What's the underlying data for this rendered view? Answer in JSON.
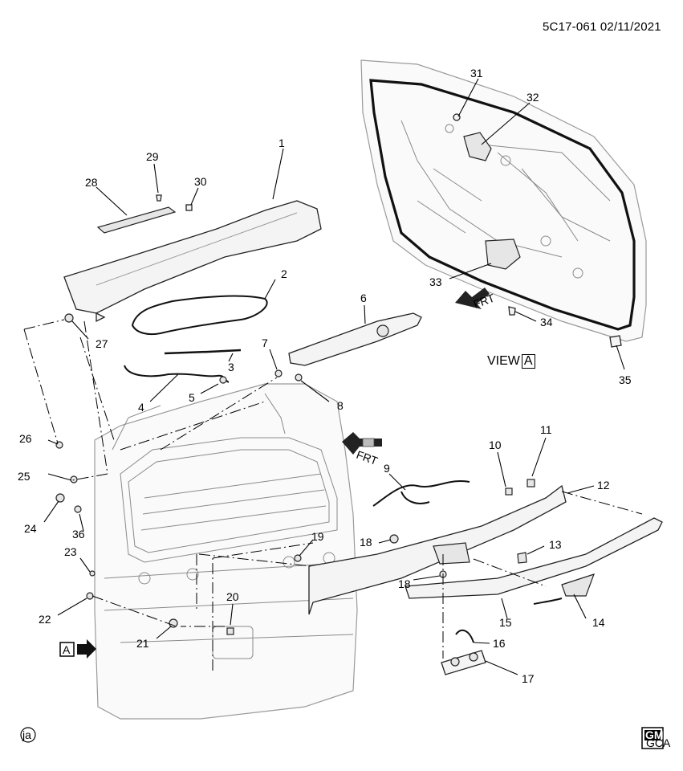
{
  "header": {
    "code": "5C17-061",
    "date": "02/11/2021"
  },
  "view_label": {
    "text": "VIEW",
    "boxed_letter": "A"
  },
  "view_arrow": {
    "boxed_letter": "A"
  },
  "frt_labels": [
    "FRT",
    "FRT"
  ],
  "corner_code": "ja",
  "logo": {
    "text": "GM",
    "subtext": "GCA"
  },
  "callouts": [
    "1",
    "2",
    "3",
    "4",
    "5",
    "6",
    "7",
    "8",
    "9",
    "10",
    "11",
    "12",
    "13",
    "14",
    "15",
    "16",
    "17",
    "18",
    "18",
    "19",
    "20",
    "21",
    "22",
    "23",
    "24",
    "25",
    "26",
    "27",
    "28",
    "29",
    "30",
    "31",
    "32",
    "33",
    "34",
    "35",
    "36"
  ]
}
